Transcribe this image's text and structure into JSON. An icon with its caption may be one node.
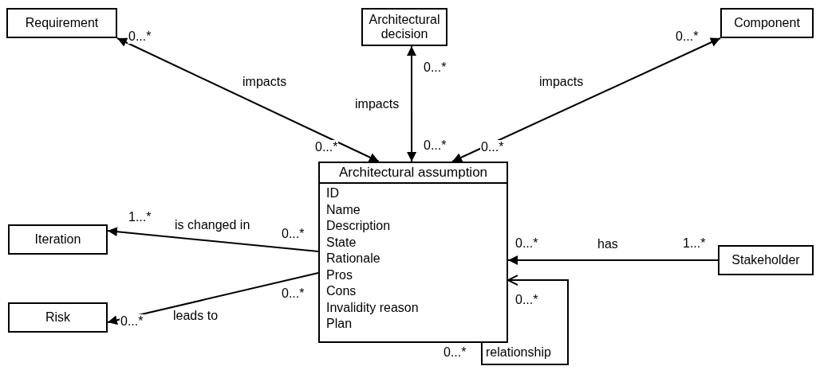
{
  "diagram": {
    "nodes": [
      {
        "text": [
          "Requirement"
        ]
      },
      {
        "text": [
          "Architectural decision"
        ]
      },
      {
        "text": [
          "Component"
        ]
      },
      {
        "text": [
          "Architectural assumption",
          "ID",
          "Name",
          "Description",
          "State",
          "Rationale",
          "Pros",
          "Cons",
          "Invalidity reason",
          "Plan"
        ]
      },
      {
        "text": [
          "Iteration"
        ]
      },
      {
        "text": [
          "Stakeholder"
        ]
      },
      {
        "text": [
          "Risk"
        ]
      }
    ],
    "edges": [
      {
        "from": 3,
        "to": 0,
        "arrow": "both",
        "label": "impacts"
      },
      {
        "from": 3,
        "to": 1,
        "arrow": "both",
        "label": "impacts"
      },
      {
        "from": 3,
        "to": 2,
        "arrow": "both",
        "label": "impacts"
      },
      {
        "from": 3,
        "to": 4,
        "arrow": "to",
        "label": "is changed in"
      },
      {
        "from": 3,
        "to": 6,
        "arrow": "to",
        "label": "leads to"
      },
      {
        "from": 5,
        "to": 3,
        "arrow": "to",
        "label": "has"
      },
      {
        "from": 3,
        "to": 3,
        "arrow": "to",
        "label": "relationship"
      }
    ],
    "labels": [
      "0...*",
      "0...*",
      "0...*",
      "0...*",
      "0...*",
      "0...*",
      "1...*",
      "0...*",
      "0...*",
      "1...*",
      "0...*",
      "0...*",
      "0...*",
      "0...*"
    ]
  }
}
